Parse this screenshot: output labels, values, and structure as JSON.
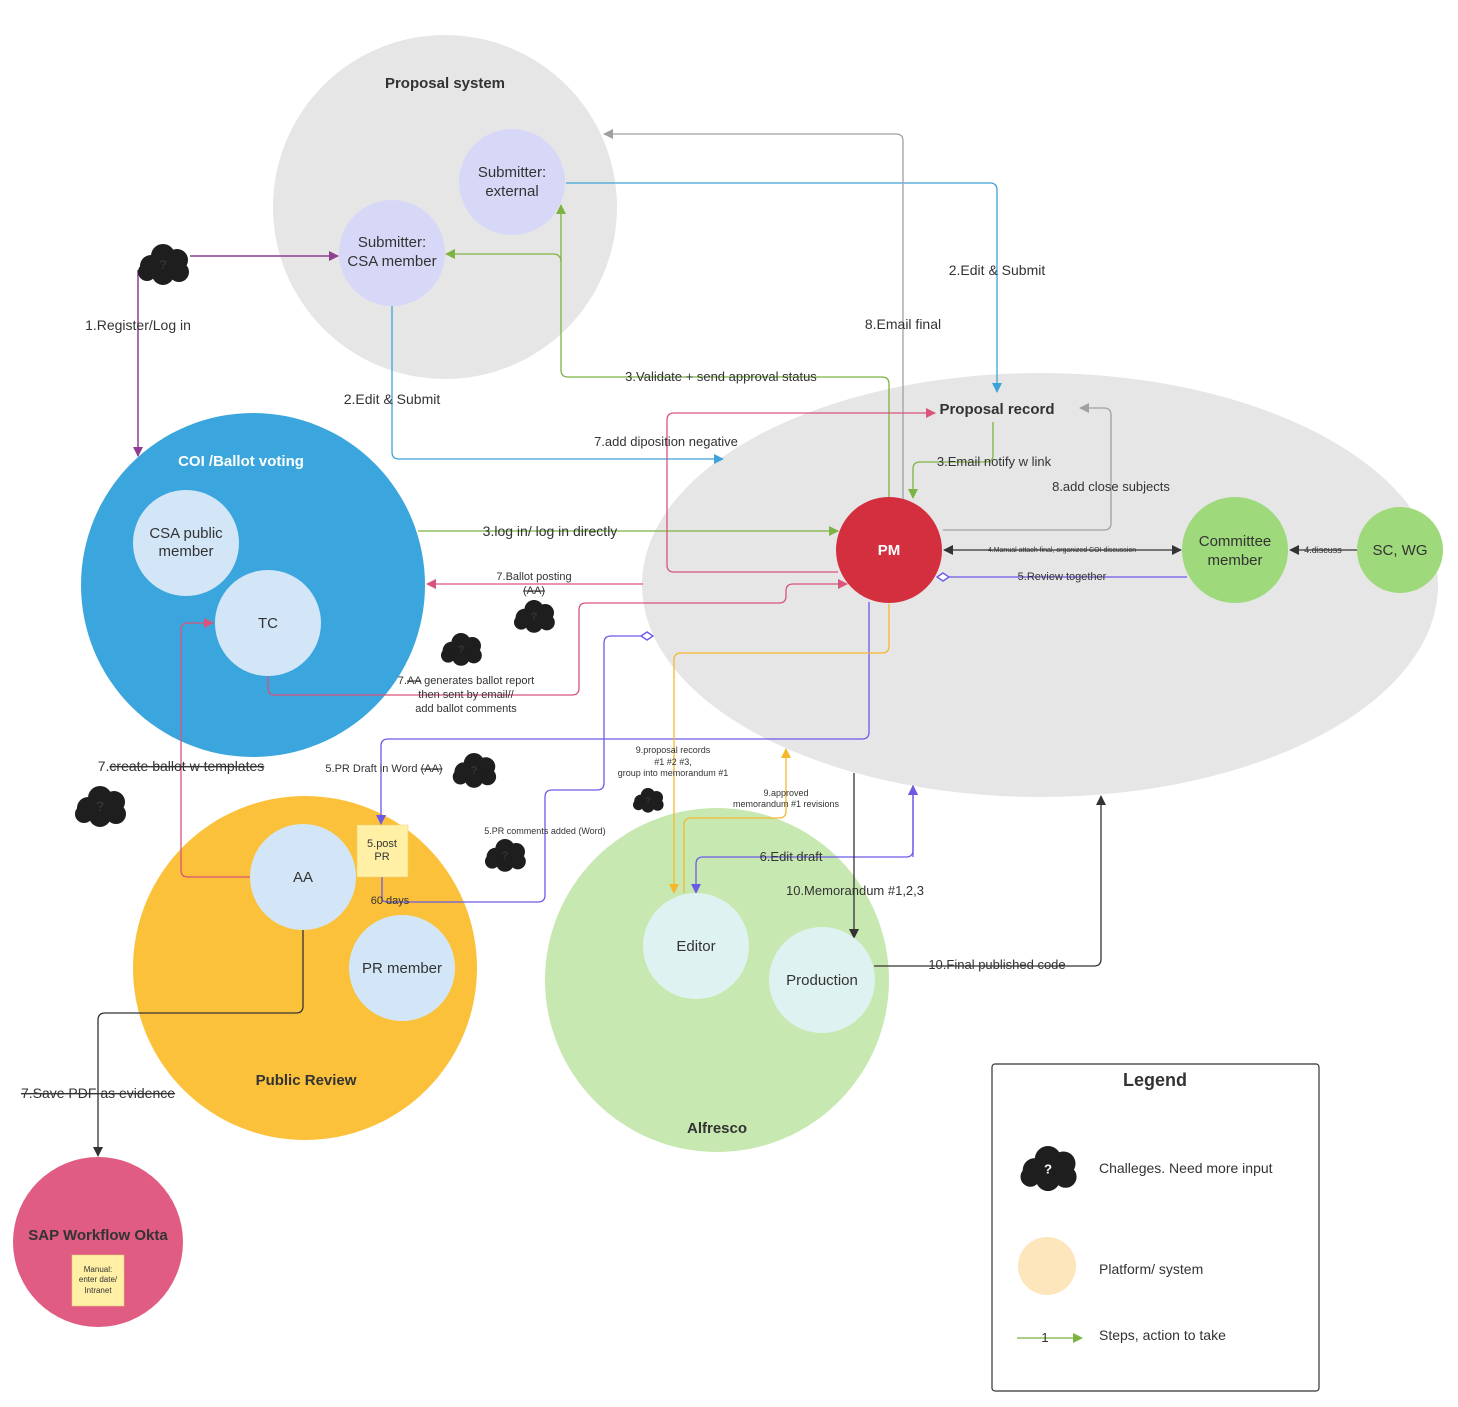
{
  "systems": {
    "proposal_system": "Proposal system",
    "coi": "COI /Ballot voting",
    "public_review": "Public Review",
    "alfresco": "Alfresco",
    "sap": "SAP Workflow Okta"
  },
  "actors": {
    "submitter_external_1": "Submitter:",
    "submitter_external_2": "external",
    "submitter_csa_1": "Submitter:",
    "submitter_csa_2": "CSA member",
    "csa_public_1": "CSA public",
    "csa_public_2": "member",
    "tc": "TC",
    "pm": "PM",
    "committee_1": "Committee",
    "committee_2": "member",
    "scwg": "SC, WG",
    "aa": "AA",
    "pr_member": "PR member",
    "editor": "Editor",
    "production": "Production",
    "proposal_record": "Proposal record"
  },
  "notes": {
    "post_pr_1": "5.post",
    "post_pr_2": "PR",
    "sap_manual_1": "Manual:",
    "sap_manual_2": "enter date/",
    "sap_manual_3": "Intranet"
  },
  "edges": {
    "register": "1.Register/Log in",
    "edit_submit_left": "2.Edit & Submit",
    "edit_submit_right": "2.Edit & Submit",
    "email_final": "8.Email final",
    "validate": "3.Validate + send approval status",
    "add_disposition": "7.add diposition negative",
    "email_notify": "3.Email notify w link",
    "close_subjects": "8.add close subjects",
    "login_directly": "3.log in/ log in directly",
    "manual_attach": "4.Manual attach final, organized COI discussion",
    "discuss": "4.discuss",
    "review_together": "5.Review together",
    "ballot_posting": "7.Ballot posting",
    "ballot_posting_aa": "(AA)",
    "ballot_report_num": "7.",
    "ballot_report_aa": "AA",
    "ballot_report_1": " generates ballot report",
    "ballot_report_2": "then sent by email//",
    "ballot_report_3": "add ballot comments",
    "create_ballot_num": "7.",
    "create_ballot": "create ballot w templates",
    "pr_draft": "5.PR Draft in Word",
    "pr_draft_aa": "(AA)",
    "proposal_records_1": "9.proposal records",
    "proposal_records_2": "#1 #2 #3,",
    "proposal_records_3": "group into memorandum #1",
    "approved_1": "9.approved",
    "approved_2": "memorandum #1 revisions",
    "pr_comments": "5.PR comments added (Word)",
    "days60": "60 days",
    "edit_draft": "6.Edit draft",
    "memorandum": "10.Memorandum #1,2,3",
    "final_published": "10.Final published code",
    "save_pdf": "7.Save PDF as evidence"
  },
  "cloud_mark": "?",
  "legend": {
    "title": "Legend",
    "challenges": "Challeges. Need more input",
    "platform": "Platform/ system",
    "steps_num": "1",
    "steps": "Steps, action to take"
  },
  "colors": {
    "proposal_gray": "#e6e6e6",
    "coi_blue": "#3aa6dd",
    "public_review_yellow": "#fbc13a",
    "alfresco_green": "#c7e8b0",
    "sap_pink": "#e05c82",
    "pm_red": "#d32f3f",
    "committee_green": "#9ed97b",
    "sticky_yellow": "#fff0a5",
    "arrow_purple": "#8e3f8f",
    "arrow_blue": "#3fa2d8",
    "arrow_green": "#7cb342",
    "arrow_pink": "#d9537a",
    "arrow_violet": "#6b5ae8",
    "arrow_orange": "#f5b82c",
    "arrow_gray": "#a0a0a0",
    "arrow_black": "#333333"
  }
}
